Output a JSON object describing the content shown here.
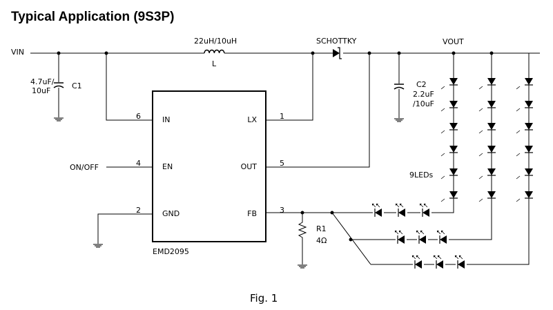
{
  "title": "Typical Application (9S3P)",
  "figure_caption": "Fig. 1",
  "ic": {
    "part": "EMD2095",
    "pins": [
      {
        "num": "6",
        "name": "IN"
      },
      {
        "num": "4",
        "name": "EN"
      },
      {
        "num": "2",
        "name": "GND"
      },
      {
        "num": "1",
        "name": "LX"
      },
      {
        "num": "5",
        "name": "OUT"
      },
      {
        "num": "3",
        "name": "FB"
      }
    ]
  },
  "nets": {
    "vin": "VIN",
    "vout": "VOUT",
    "on_off": "ON/OFF"
  },
  "components": {
    "c1": {
      "value_line1": "4.7uF/",
      "value_line2": "10uF",
      "ref": "C1"
    },
    "inductor": {
      "value": "22uH/10uH",
      "ref": "L"
    },
    "diode": {
      "label": "SCHOTTKY"
    },
    "c2": {
      "ref": "C2",
      "value_line1": "2.2uF",
      "value_line2": "/10uF"
    },
    "r1": {
      "ref": "R1",
      "value": "4Ω"
    },
    "leds": {
      "label": "9LEDs"
    }
  }
}
